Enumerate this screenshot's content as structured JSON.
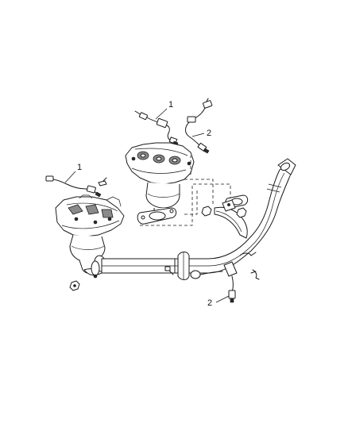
{
  "callouts": {
    "c1_top": "1",
    "c2_top": "2",
    "c1_left": "1",
    "c2_bottom": "2"
  }
}
